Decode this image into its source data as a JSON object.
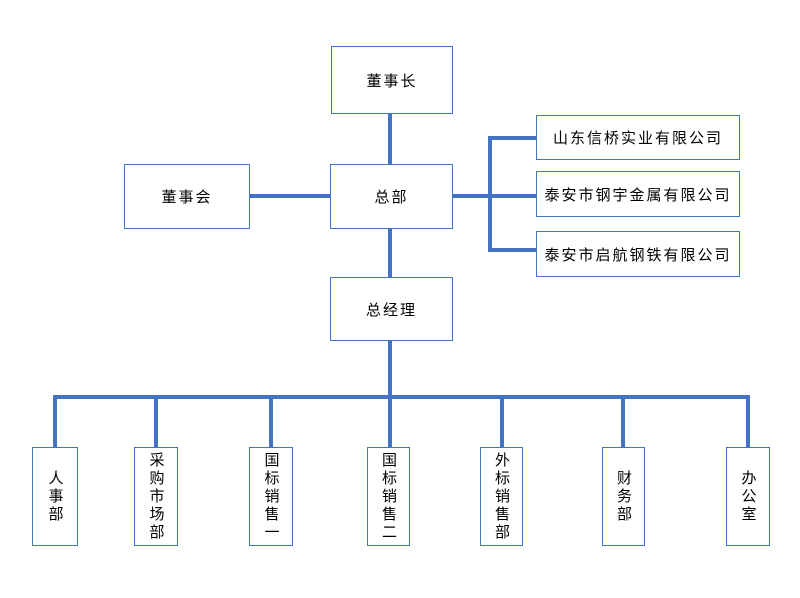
{
  "diagram": {
    "type": "org-chart",
    "chairman": {
      "label": "董事长"
    },
    "board": {
      "label": "董事会"
    },
    "headquarters": {
      "label": "总部"
    },
    "general_manager": {
      "label": "总经理"
    },
    "subsidiaries": [
      {
        "label": "山东信桥实业有限公司"
      },
      {
        "label": "泰安市钢宇金属有限公司"
      },
      {
        "label": "泰安市启航钢铁有限公司"
      }
    ],
    "departments": [
      {
        "label": "人事部"
      },
      {
        "label": "采购市场部"
      },
      {
        "label": "国标销售一"
      },
      {
        "label": "国标销售二"
      },
      {
        "label": "外标销售部"
      },
      {
        "label": "财务部"
      },
      {
        "label": "办公室"
      }
    ]
  },
  "colors": {
    "connector": "#4472C4",
    "box_border": "#4472C4",
    "text": "#000000",
    "background": "#FFFFFF"
  }
}
